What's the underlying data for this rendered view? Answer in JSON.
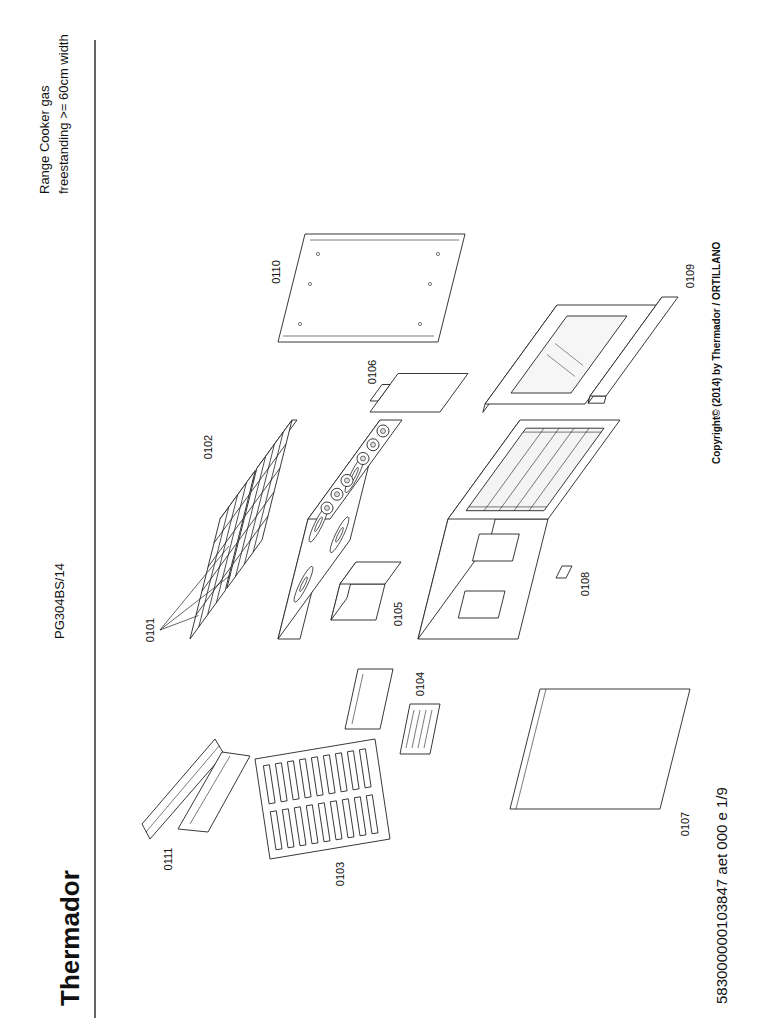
{
  "diagram": {
    "title": "Thermador",
    "labels": [
      "PG304BS/14",
      "Range Cooker gas",
      "freestanding >= 60cm width",
      "0111",
      "0103",
      "0104",
      "0107",
      "0101",
      "0102",
      "0105",
      "0108",
      "0106",
      "0110",
      "0109",
      "583000000103847 aet 000 e 1/9",
      "Copyright© (2014) by Thermador / ORTILLANO"
    ]
  }
}
